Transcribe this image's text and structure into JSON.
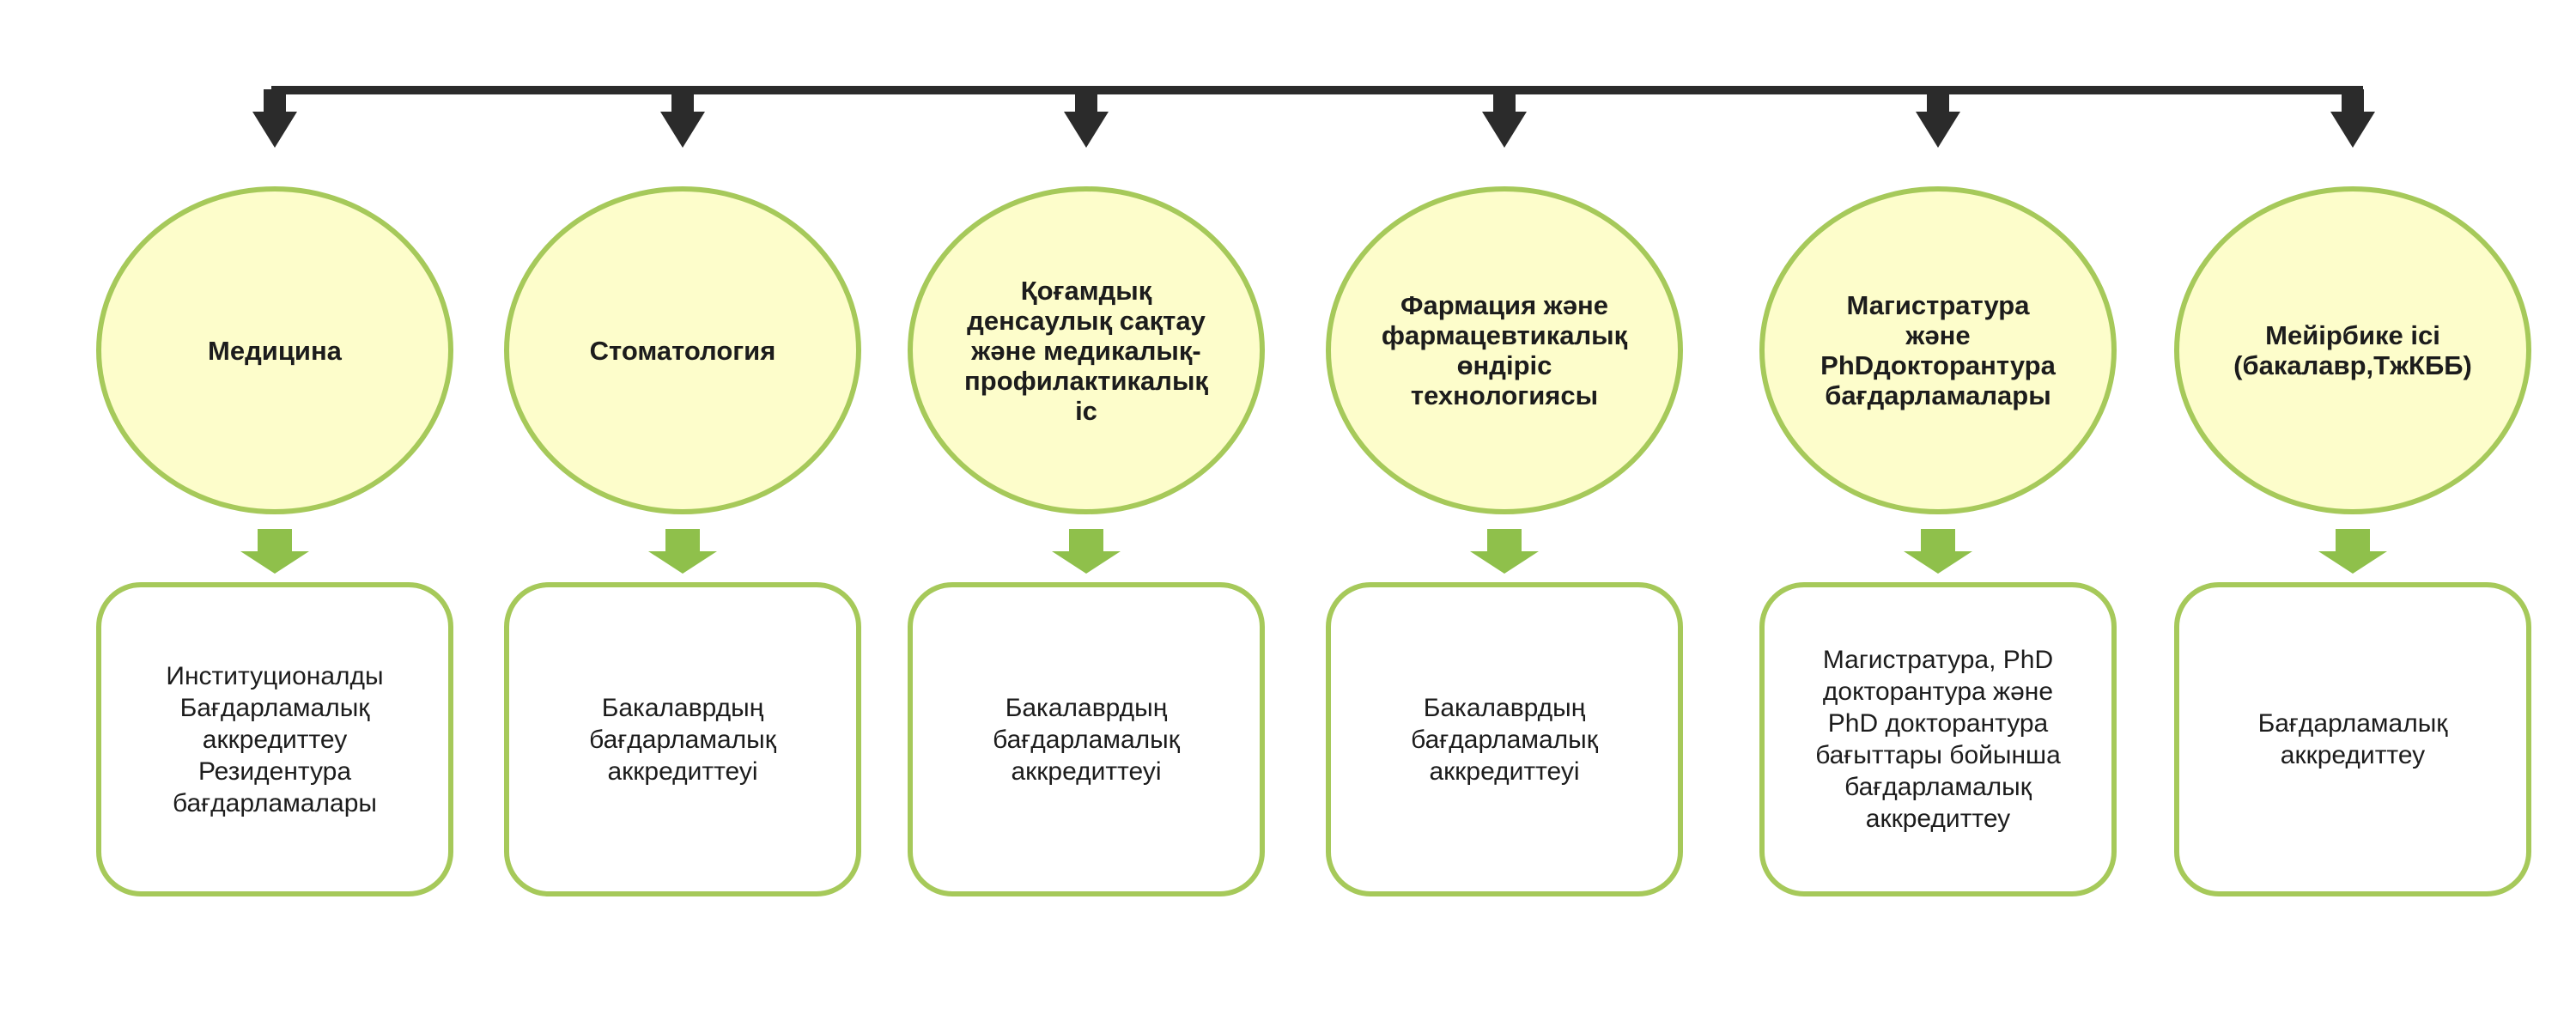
{
  "colors": {
    "circle_fill": "#fdfdcb",
    "outline_green": "#a6c95a",
    "down_arrow_green": "#8fc04b",
    "connector_dark": "#2b2b2b"
  },
  "columns": [
    {
      "title": "Медицина",
      "description": "Институционалды\nБағдарламалық\nаккредиттеу\nРезидентура\nбағдарламалары"
    },
    {
      "title": "Стоматология",
      "description": "Бакалаврдың\nбағдарламалық\nаккредиттеуі"
    },
    {
      "title": "Қоғамдық\nденсаулық сақтау\nжәне медикалық-\nпрофилактикалық іс",
      "description": "Бакалаврдың\nбағдарламалық\nаккредиттеуі"
    },
    {
      "title": "Фармация және\nфармацевтикалық\nөндіріс технологиясы",
      "description": "Бакалаврдың\nбағдарламалық\nаккредиттеуі"
    },
    {
      "title": "Магистратура және\nPhDдокторантура\nбағдарламалары",
      "description": "Магистратура, PhD\nдокторантура және\nPhD докторантура\nбағыттары бойынша\nбағдарламалық\nаккредиттеу"
    },
    {
      "title": "Мейірбике ісі\n(бакалавр,ТжКББ)",
      "description": "Бағдарламалық\nаккредиттеу"
    }
  ]
}
